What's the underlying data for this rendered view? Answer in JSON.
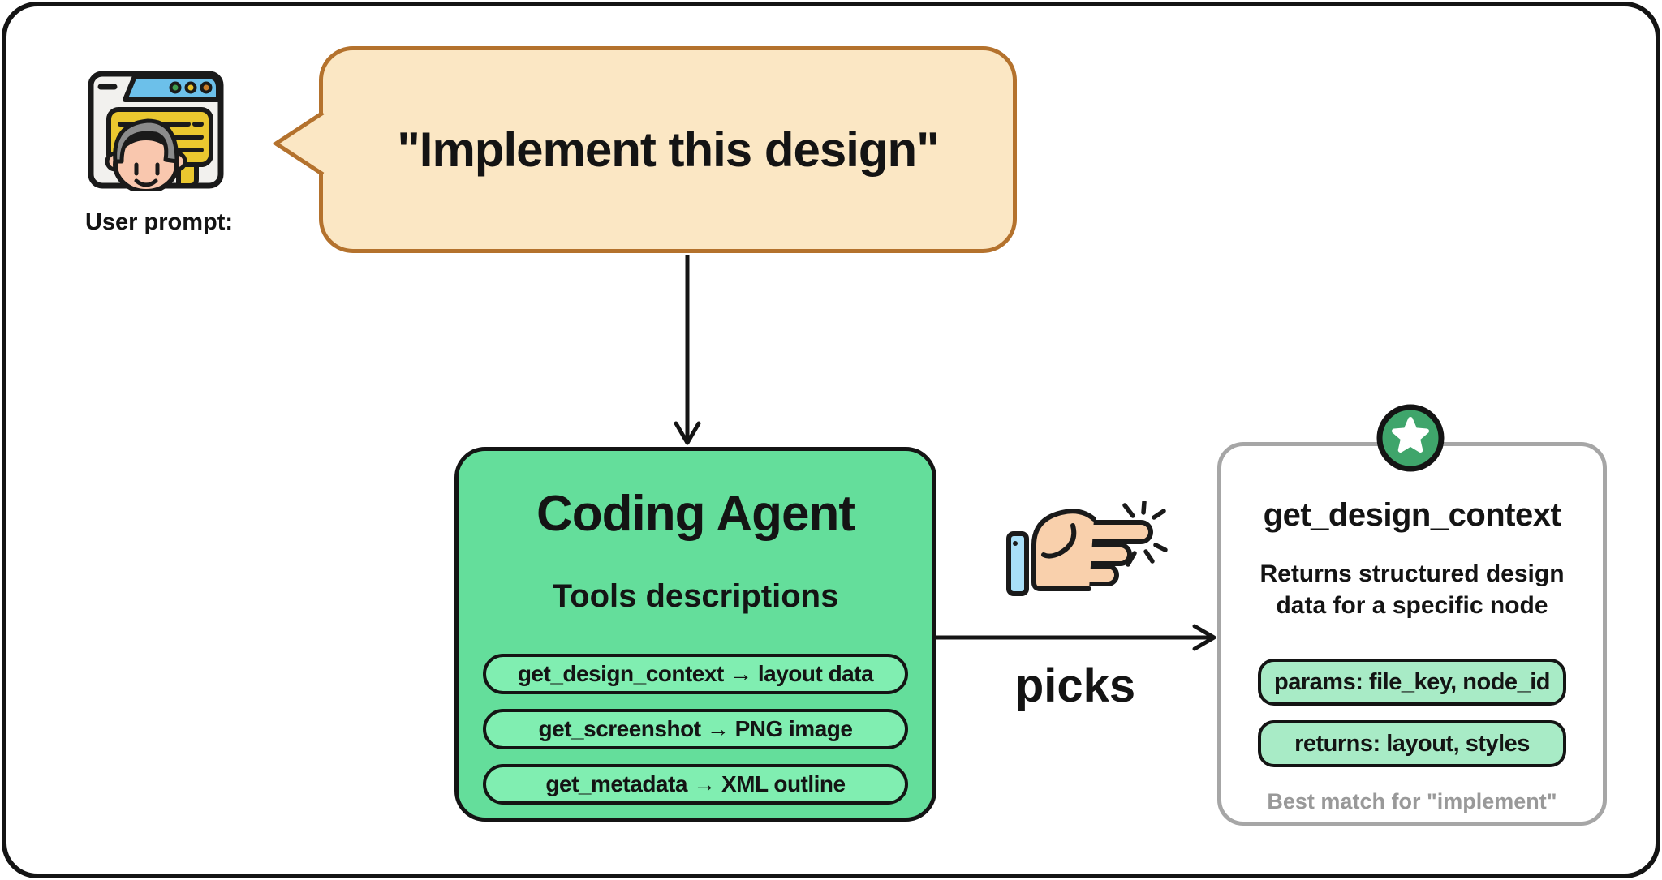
{
  "colors": {
    "frame_border": "#141414",
    "bubble_fill": "#FBE7C4",
    "bubble_border": "#B4722D",
    "agent_fill": "#64DE9B",
    "agent_pill_fill": "#80EEB1",
    "card_border": "#A6A6A6",
    "card_pill_fill": "#A8EBC6",
    "badge_fill": "#3FA56B",
    "text": "#141414",
    "footer_text": "#999999"
  },
  "icons": {
    "user": "user-browser-icon",
    "hand": "pointing-hand-icon",
    "star": "star-icon"
  },
  "user_prompt": {
    "label": "User prompt:"
  },
  "speech_bubble": {
    "text": "\"Implement this design\""
  },
  "coding_agent": {
    "title": "Coding Agent",
    "subtitle": "Tools descriptions",
    "tools": [
      {
        "label": "get_design_context → layout data"
      },
      {
        "label": "get_screenshot → PNG image"
      },
      {
        "label": "get_metadata → XML outline"
      }
    ]
  },
  "connector": {
    "label": "picks"
  },
  "selected_tool": {
    "title": "get_design_context",
    "description_lines": [
      "Returns structured design",
      "data for a specific node"
    ],
    "params_pill": "params: file_key, node_id",
    "returns_pill": "returns: layout, styles",
    "footer": "Best match for \"implement\""
  }
}
